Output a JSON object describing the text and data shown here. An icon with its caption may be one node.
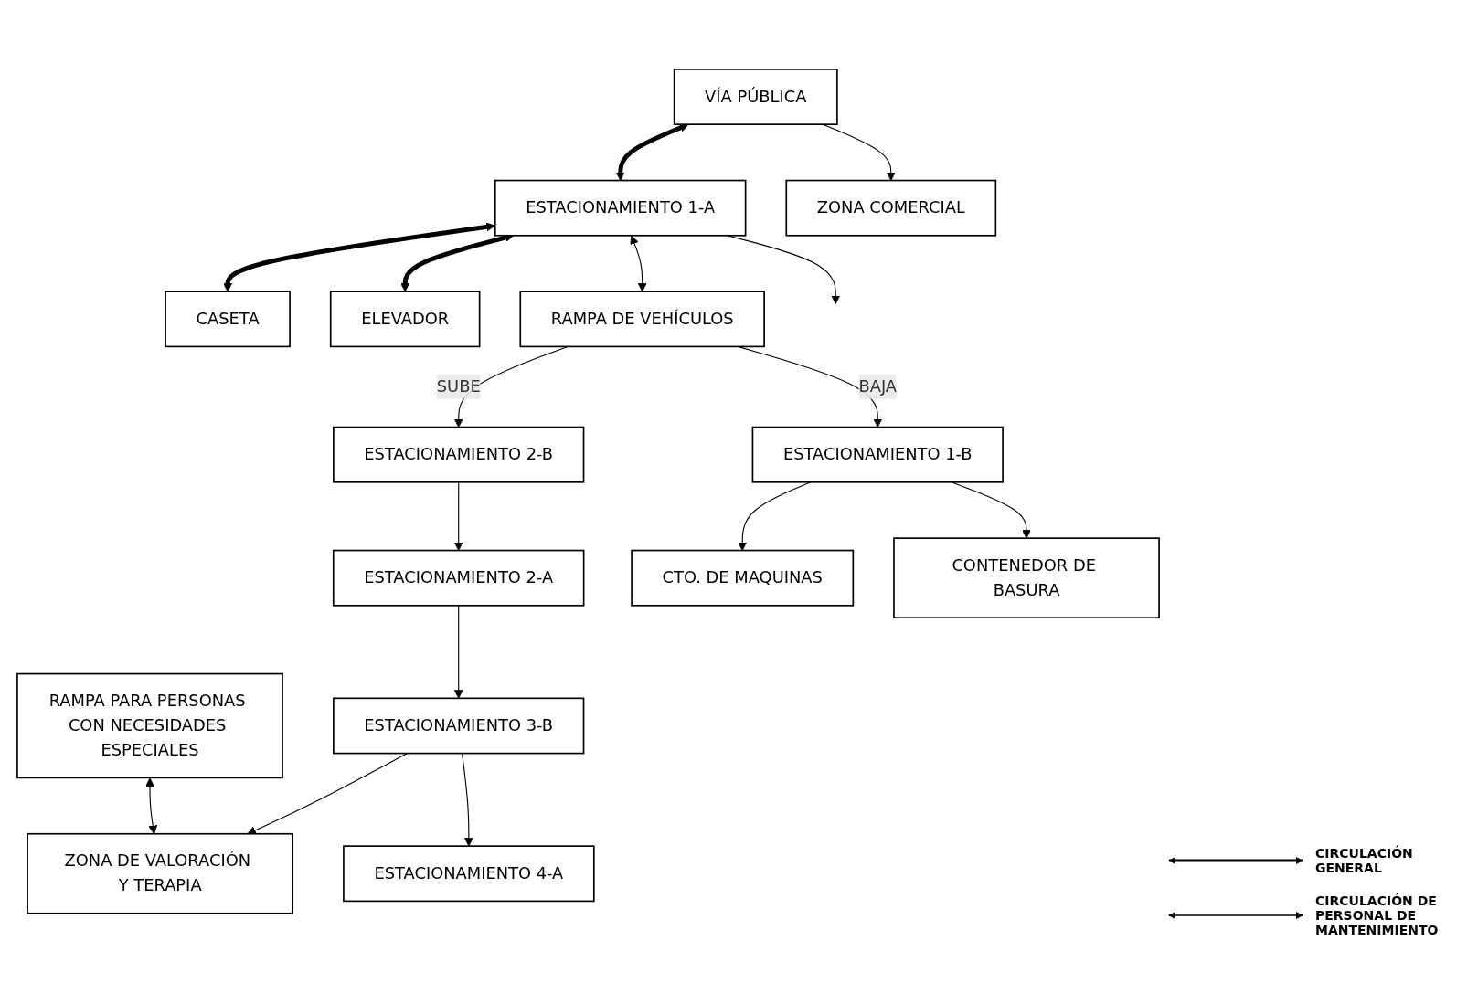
{
  "diagram": {
    "nodes": [
      {
        "text": [
          "VÍA PÚBLICA"
        ]
      },
      {
        "text": [
          "ESTACIONAMIENTO 1-A"
        ]
      },
      {
        "text": [
          "CASETA"
        ]
      },
      {
        "text": [
          "ELEVADOR"
        ]
      },
      {
        "text": [
          "ZONA COMERCIAL"
        ]
      },
      {
        "text": [
          "RAMPA DE VEHÍCULOS"
        ]
      },
      {
        "text": [
          "RAMPA PARA PERSONAS CON NECESIDADES ESPECIALES"
        ]
      },
      {
        "text": [
          "ESTACIONAMIENTO 2-A"
        ]
      },
      {
        "text": [
          "ESTACIONAMIENTO 2-B"
        ]
      },
      {
        "text": [
          "ESTACIONAMIENTO 1-B"
        ]
      },
      {
        "text": [
          "ZONA DE VALORACIÓN Y TERAPIA"
        ]
      },
      {
        "text": [
          "ESTACIONAMIENTO 3-B"
        ]
      },
      {
        "text": [
          "CTO. DE MAQUINAS"
        ]
      },
      {
        "text": [
          "ESTACIONAMIENTO 4-A"
        ]
      },
      {
        "text": [
          "CONTENEDOR DE BASURA"
        ]
      }
    ],
    "edges": [
      {
        "from": 0,
        "to": 1,
        "arrow": "both",
        "style": "thick"
      },
      {
        "from": 1,
        "to": 2,
        "arrow": "both",
        "style": "thick"
      },
      {
        "from": 1,
        "to": 3,
        "arrow": "both",
        "style": "thick"
      },
      {
        "from": 0,
        "to": 4,
        "arrow": "to"
      },
      {
        "from": 1,
        "to": 5,
        "arrow": "both"
      },
      {
        "from": 1,
        "to": null,
        "arrow": "to"
      },
      {
        "from": 6,
        "to": 10,
        "arrow": "both"
      },
      {
        "from": 5,
        "to": 8,
        "arrow": "to",
        "label": "SUBE"
      },
      {
        "from": 5,
        "to": 9,
        "arrow": "to",
        "label": "BAJA"
      },
      {
        "from": 8,
        "to": 7,
        "arrow": "to"
      },
      {
        "from": 7,
        "to": 11,
        "arrow": "to"
      },
      {
        "from": 11,
        "to": 10,
        "arrow": "to"
      },
      {
        "from": 11,
        "to": 13,
        "arrow": "to"
      },
      {
        "from": 9,
        "to": 12,
        "arrow": "to"
      },
      {
        "from": 9,
        "to": 14,
        "arrow": "to"
      }
    ],
    "legend": [
      {
        "text": "CIRCULACIÓN GENERAL"
      },
      {
        "text": "CIRCULACIÓN DE PERSONAL DE MANTENIMIENTO"
      }
    ]
  }
}
